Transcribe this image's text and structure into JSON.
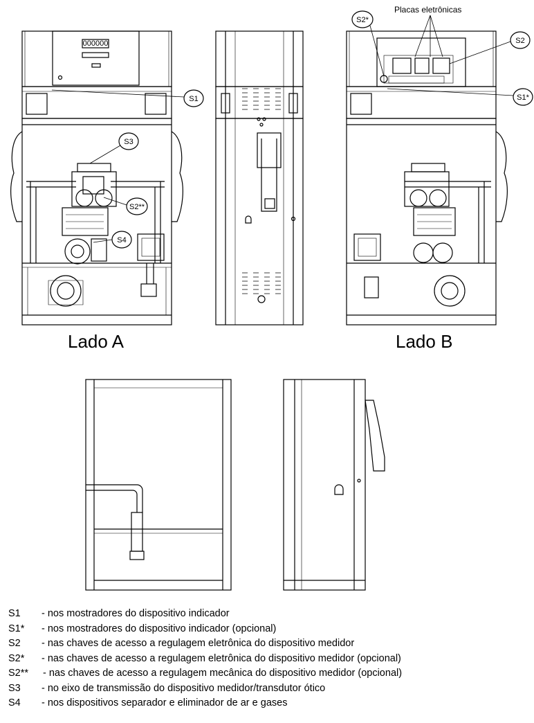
{
  "views": {
    "side_a_label": "Lado A",
    "side_b_label": "Lado B"
  },
  "annotations": {
    "placas": "Placas eletrônicas",
    "s1": "S1",
    "s1_star": "S1*",
    "s2": "S2",
    "s2_star": "S2*",
    "s2_double_star": "S2**",
    "s3": "S3",
    "s4": "S4"
  },
  "display": {
    "readout": "000000"
  },
  "legend": [
    {
      "code": "S1",
      "text": "- nos mostradores do dispositivo indicador"
    },
    {
      "code": "S1*",
      "text": "- nos mostradores do dispositivo indicador (opcional)"
    },
    {
      "code": "S2",
      "text": "- nas chaves de acesso a regulagem eletrônica do dispositivo medidor"
    },
    {
      "code": "S2*",
      "text": "- nas chaves de acesso a regulagem eletrônica do dispositivo medidor (opcional)"
    },
    {
      "code": "S2**",
      "text": "- nas chaves de acesso a regulagem mecânica do dispositivo medidor (opcional)"
    },
    {
      "code": "S3",
      "text": "- no eixo de transmissão do dispositivo medidor/transdutor ótico"
    },
    {
      "code": "S4",
      "text": "- nos dispositivos separador e eliminador de ar e gases"
    }
  ]
}
